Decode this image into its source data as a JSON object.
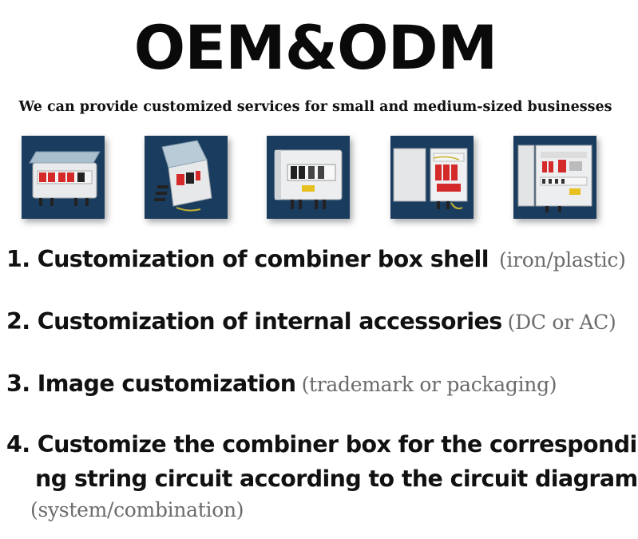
{
  "header": {
    "title": "OEM&ODM",
    "subtitle": "We can provide customized services for small and medium-sized businesses"
  },
  "products": [
    {
      "name": "combiner-box-open-lid"
    },
    {
      "name": "combiner-box-angled"
    },
    {
      "name": "combiner-box-closed"
    },
    {
      "name": "combiner-box-open-door"
    },
    {
      "name": "combiner-box-large-open"
    }
  ],
  "colors": {
    "tile_background": "#1a3c5e",
    "breaker_red": "#d42a2a",
    "note_gray": "#6b6b6b"
  },
  "items": [
    {
      "main": "1. Customization of combiner box shell",
      "note": "(iron/plastic)"
    },
    {
      "main": "2. Customization of internal accessories",
      "note": "(DC or AC)"
    },
    {
      "main": "3. Image customization",
      "note": "(trademark or packaging)"
    },
    {
      "main_line1": "4. Customize the combiner box for the correspondi",
      "main_line2": "ng string circuit according to the circuit diagram",
      "note": "(system/combination)"
    }
  ]
}
